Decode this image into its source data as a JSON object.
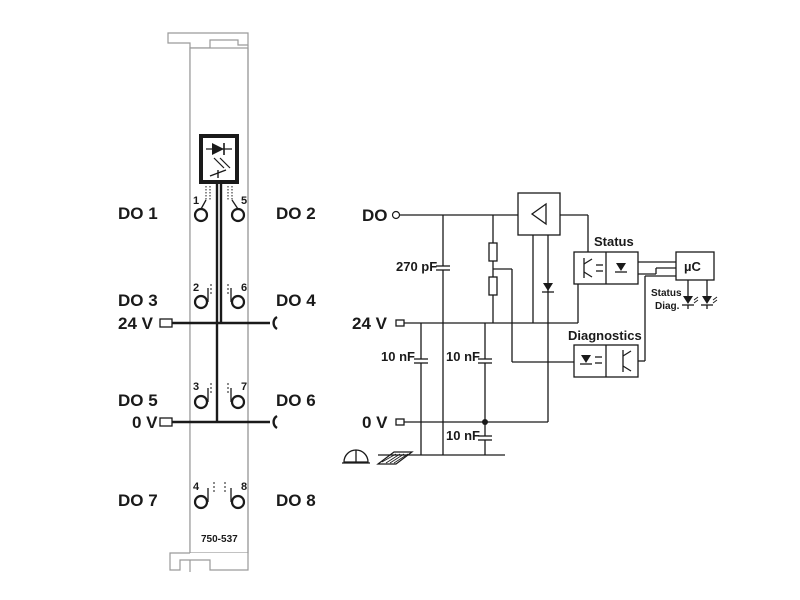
{
  "module": {
    "part_number": "750-537",
    "pin_numbers": [
      "1",
      "5",
      "2",
      "6",
      "3",
      "7",
      "4",
      "8"
    ],
    "left_labels": [
      "DO 1",
      "DO 3",
      "24 V",
      "DO 5",
      "0 V",
      "DO 7"
    ],
    "right_labels": [
      "DO 2",
      "DO 4",
      "DO 6",
      "DO 8"
    ]
  },
  "schematic": {
    "do_label": "DO",
    "supply_24v": "24 V",
    "supply_0v": "0 V",
    "cap_270pf": "270 pF",
    "cap_10nf_a": "10 nF",
    "cap_10nf_b": "10 nF",
    "cap_10nf_c": "10 nF",
    "status_label": "Status",
    "diagnostics_label": "Diagnostics",
    "uc_label": "µC",
    "status_led": "Status",
    "diag_led": "Diag."
  }
}
